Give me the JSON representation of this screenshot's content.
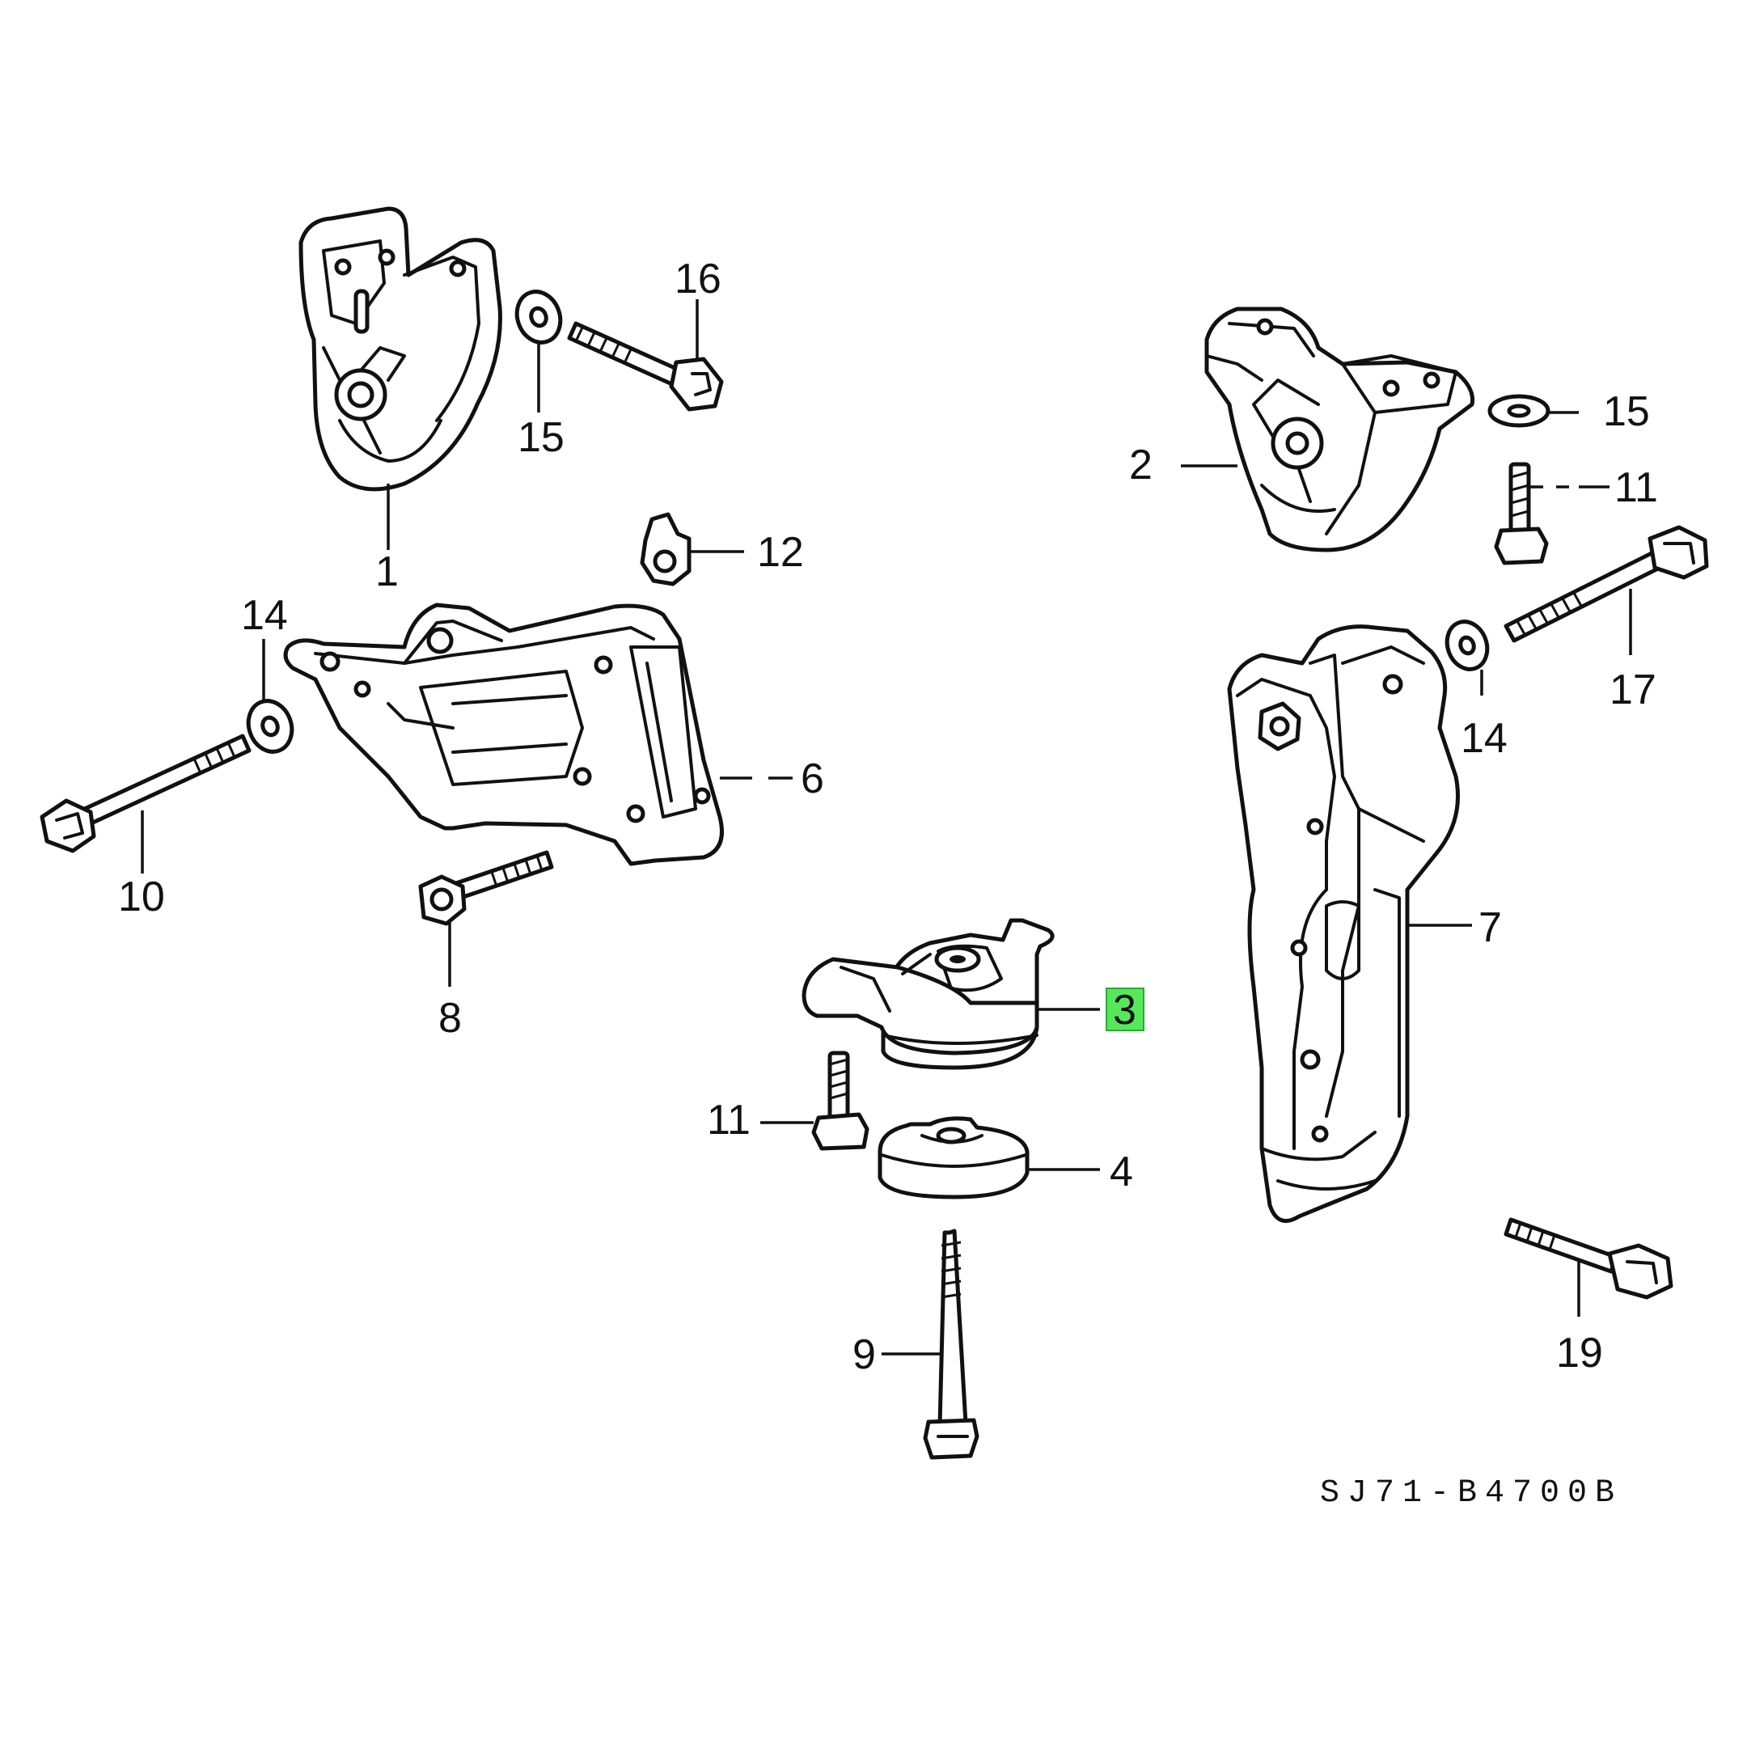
{
  "diagram": {
    "callouts": {
      "c1": "1",
      "c2": "2",
      "c3": "3",
      "c4": "4",
      "c6": "6",
      "c7": "7",
      "c8": "8",
      "c9": "9",
      "c10": "10",
      "c11a": "11",
      "c11b": "11",
      "c12": "12",
      "c14a": "14",
      "c14b": "14",
      "c15a": "15",
      "c15b": "15",
      "c16": "16",
      "c17": "17",
      "c19": "19"
    },
    "highlighted_callout": "3",
    "highlight_color": "#57e85a",
    "reference_code": "SJ71-B4700B"
  }
}
